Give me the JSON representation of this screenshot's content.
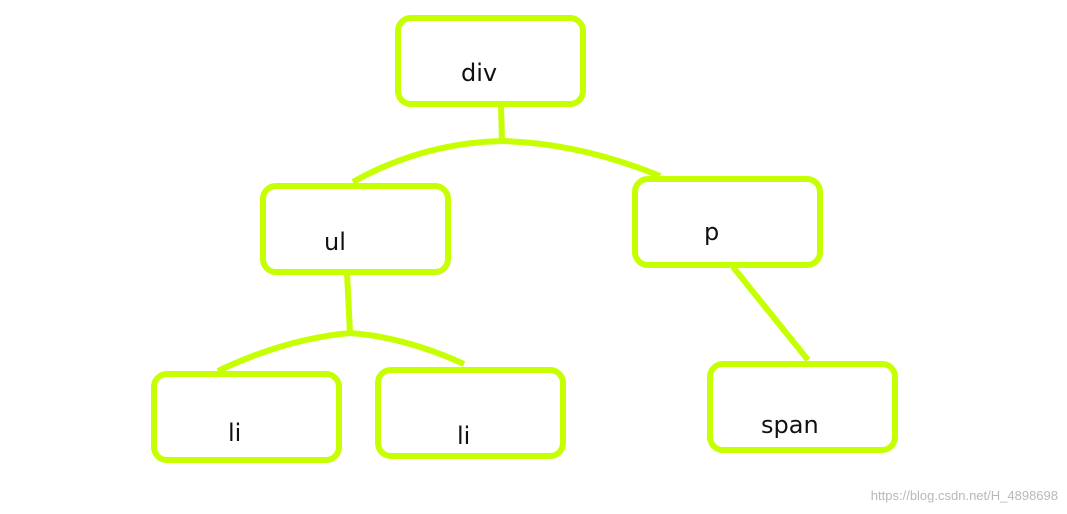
{
  "diagram": {
    "nodes": {
      "div": "div",
      "ul": "ul",
      "p": "p",
      "li_1": "li",
      "li_2": "li",
      "span": "span"
    },
    "edges": [
      [
        "div",
        "ul"
      ],
      [
        "div",
        "p"
      ],
      [
        "ul",
        "li_1"
      ],
      [
        "ul",
        "li_2"
      ],
      [
        "p",
        "span"
      ]
    ],
    "colors": {
      "stroke": "#c6ff00",
      "text": "#111111",
      "background": "#ffffff"
    }
  },
  "watermark": "https://blog.csdn.net/H_4898698"
}
